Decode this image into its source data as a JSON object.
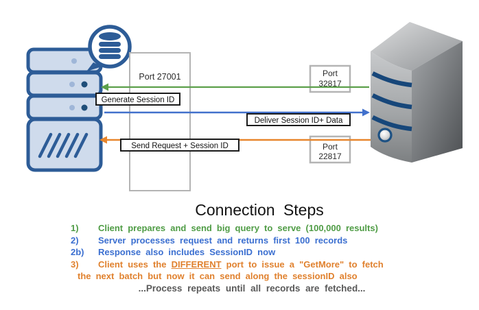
{
  "diagram": {
    "client_timeline": {
      "port": "Port 27001"
    },
    "messages": {
      "generate_session": "Generate Session ID",
      "send_request": "Send Request + Session ID",
      "deliver_session": "Deliver Session ID+ Data"
    },
    "server_ports": {
      "top": {
        "label": "Port",
        "number": "32817"
      },
      "bottom": {
        "label": "Port",
        "number": "22817"
      }
    },
    "colors": {
      "arrow_green": "#5ca04b",
      "arrow_blue": "#4170cc",
      "arrow_orange": "#e8862d",
      "client_outline": "#2d5c97",
      "client_fill": "#cfdbec",
      "server_stripe": "#17477a"
    }
  },
  "steps": {
    "title": "Connection Steps",
    "items": [
      {
        "num": "1)",
        "text": "Client prepares and send big query to serve (100,000 results)"
      },
      {
        "num": "2)",
        "text": "Server processes request and returns first 100 records"
      },
      {
        "num": "2b)",
        "text": "Response also includes SessionID now"
      },
      {
        "num": "3)",
        "text_before": "Client uses the ",
        "text_underlined": "DIFFERENT",
        "text_after": " port to issue a \"GetMore\" to fetch"
      },
      {
        "text": "the next batch but now it can send along the sessionID also"
      }
    ],
    "footer": "...Process repeats until all records are fetched..."
  }
}
